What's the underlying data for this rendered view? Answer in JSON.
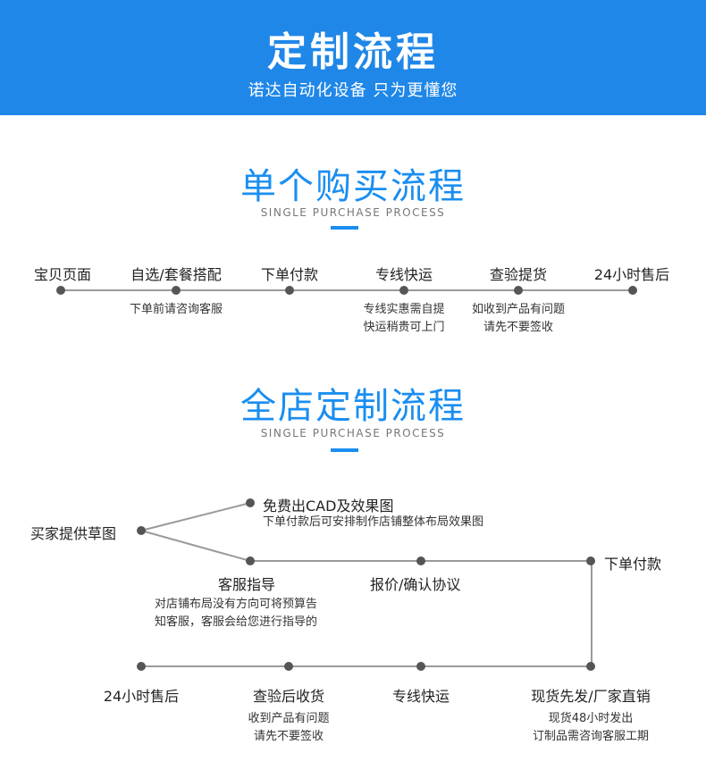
{
  "banner": {
    "title": "定制流程",
    "subtitle": "诺达自动化设备 只为更懂您"
  },
  "single": {
    "title": "单个购买流程",
    "subtitle": "SINGLE PURCHASE PROCESS",
    "steps": [
      {
        "label": "宝贝页面"
      },
      {
        "label": "自选/套餐搭配",
        "note": [
          "下单前请咨询客服"
        ]
      },
      {
        "label": "下单付款"
      },
      {
        "label": "专线快运",
        "note": [
          "专线实惠需自提",
          "快运稍贵可上门"
        ]
      },
      {
        "label": "查验提货",
        "note": [
          "如收到产品有问题",
          "请先不要签收"
        ]
      },
      {
        "label": "24小时售后"
      }
    ]
  },
  "store": {
    "title": "全店定制流程",
    "subtitle": "SINGLE PURCHASE PROCESS",
    "start": "买家提供草图",
    "branch_top": {
      "label": "免费出CAD及效果图",
      "note": "下单付款后可安排制作店铺整体布局效果图"
    },
    "guide": {
      "label": "客服指导",
      "note": [
        "对店铺布局没有方向可将预算告",
        "知客服，客服会给您进行指导的"
      ]
    },
    "quote": {
      "label": "报价/确认协议"
    },
    "pay": {
      "label": "下单付款"
    },
    "bottom": [
      {
        "label": "24小时售后"
      },
      {
        "label": "查验后收货",
        "note": [
          "收到产品有问题",
          "请先不要签收"
        ]
      },
      {
        "label": "专线快运"
      },
      {
        "label": "现货先发/厂家直销",
        "note": [
          "现货48小时发出",
          "订制品需咨询客服工期"
        ]
      }
    ]
  }
}
